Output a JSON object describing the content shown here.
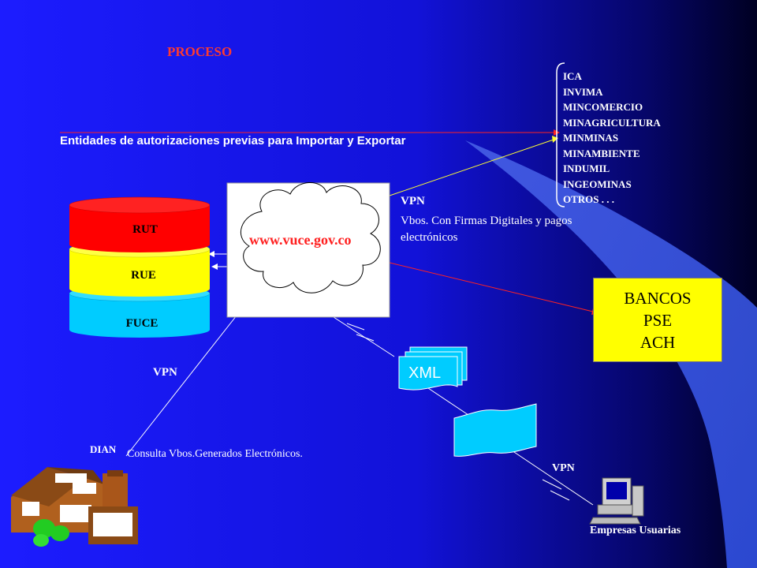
{
  "title": "PROCESO",
  "entities_label": "Entidades de autorizaciones previas para Importar y Exportar",
  "entities": [
    "ICA",
    "INVIMA",
    "MINCOMERCIO",
    "MINAGRICULTURA",
    "MINMINAS",
    "MINAMBIENTE",
    "INDUMIL",
    "INGEOMINAS",
    "OTROS . . ."
  ],
  "databases": [
    "RUT",
    "RUE",
    "FUCE"
  ],
  "cloud_url": "www.vuce.gov.co",
  "vpn_top": "VPN",
  "vbos_text": "Vbos. Con Firmas Digitales y pagos electrónicos",
  "banks": [
    "BANCOS",
    "PSE",
    "ACH"
  ],
  "xml_label": "XML",
  "vpn_left": "VPN",
  "dian_label": "DIAN",
  "consulta_text": "Consulta Vbos.Generados  Electrónicos.",
  "vpn_bottom": "VPN",
  "empresas_label": "Empresas Usuarias",
  "colors": {
    "background_left": "#1a1aff",
    "background_right": "#000033",
    "rut": "#ff0000",
    "rue": "#ffff00",
    "fuce": "#00ccff",
    "banks": "#ffff00",
    "title": "#ff3b2f",
    "url": "#ff2020"
  }
}
